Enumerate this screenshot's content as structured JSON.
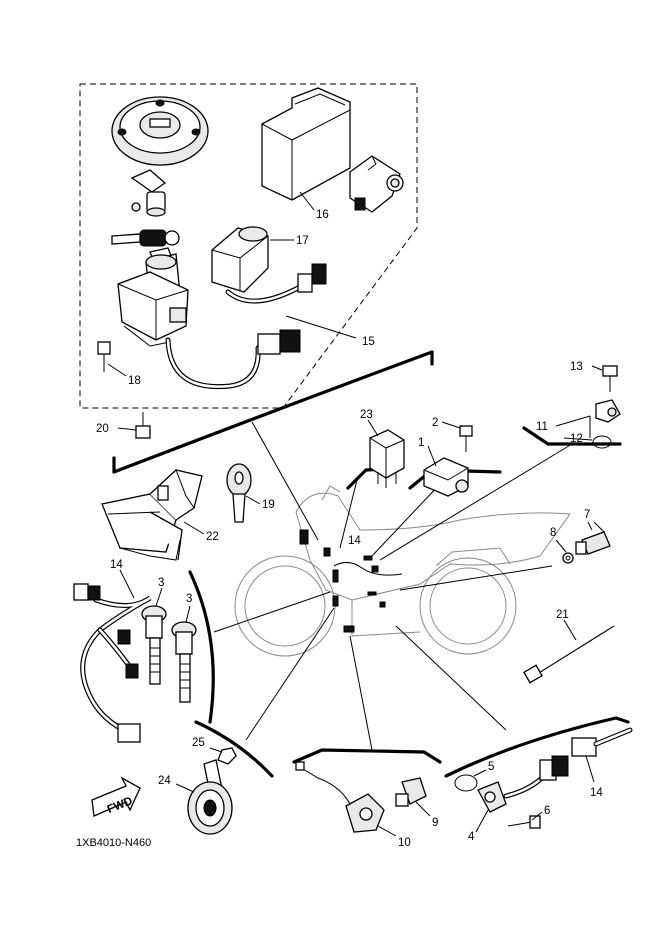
{
  "diagram": {
    "drawing_code": "1XB4010-N460",
    "fwd_label": "FWD",
    "callouts": {
      "c1": "1",
      "c2": "2",
      "c3a": "3",
      "c3b": "3",
      "c4": "4",
      "c5": "5",
      "c6": "6",
      "c7": "7",
      "c8": "8",
      "c9": "9",
      "c10": "10",
      "c11": "11",
      "c12": "12",
      "c13": "13",
      "c14a": "14",
      "c14b": "14",
      "c14c": "14",
      "c15": "15",
      "c16": "16",
      "c17": "17",
      "c18": "18",
      "c19": "19",
      "c20": "20",
      "c21": "21",
      "c22": "22",
      "c23": "23",
      "c24": "24",
      "c25": "25"
    }
  }
}
